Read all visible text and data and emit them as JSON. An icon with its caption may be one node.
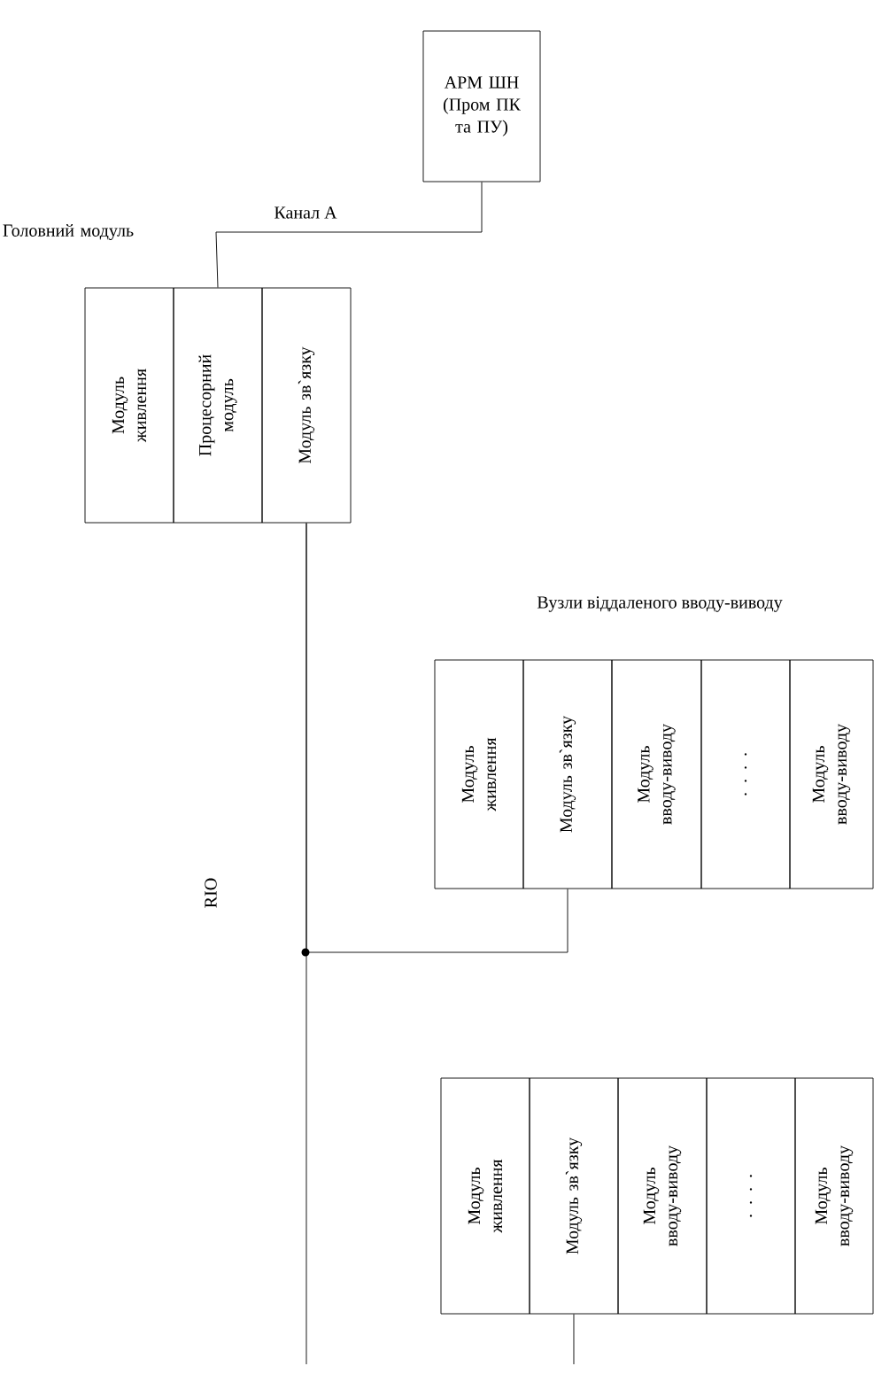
{
  "diagram": {
    "nodes": [
      {
        "text": [
          "АРМ ШН (Пром ПК та ПУ)"
        ]
      },
      {
        "text": [
          "Модуль живлення"
        ]
      },
      {
        "text": [
          "Процесорний модуль"
        ]
      },
      {
        "text": [
          "Модуль зв`язку"
        ]
      },
      {
        "text": [
          "Модуль живлення"
        ]
      },
      {
        "text": [
          "Модуль зв`язку"
        ]
      },
      {
        "text": [
          "Модуль вводу-виводу"
        ]
      },
      {
        "text": [
          ". . . ."
        ]
      },
      {
        "text": [
          "Модуль вводу-виводу"
        ]
      },
      {
        "text": [
          "Модуль живлення"
        ]
      },
      {
        "text": [
          "Модуль зв`язку"
        ]
      },
      {
        "text": [
          "Модуль вводу-виводу"
        ]
      },
      {
        "text": [
          ". . . ."
        ]
      },
      {
        "text": [
          "Модуль вводу-виводу"
        ]
      }
    ],
    "edges": [
      {
        "from": 0,
        "to": 2,
        "arrow": "none",
        "label": "Канал А"
      },
      {
        "from": 3,
        "to": 5,
        "arrow": "none"
      },
      {
        "from": 3,
        "to": null,
        "arrow": "none"
      },
      {
        "from": 10,
        "to": null,
        "arrow": "none"
      }
    ],
    "labels": [
      "Головний модуль",
      "RIO",
      "Вузли віддаленого вводу-виводу"
    ]
  }
}
